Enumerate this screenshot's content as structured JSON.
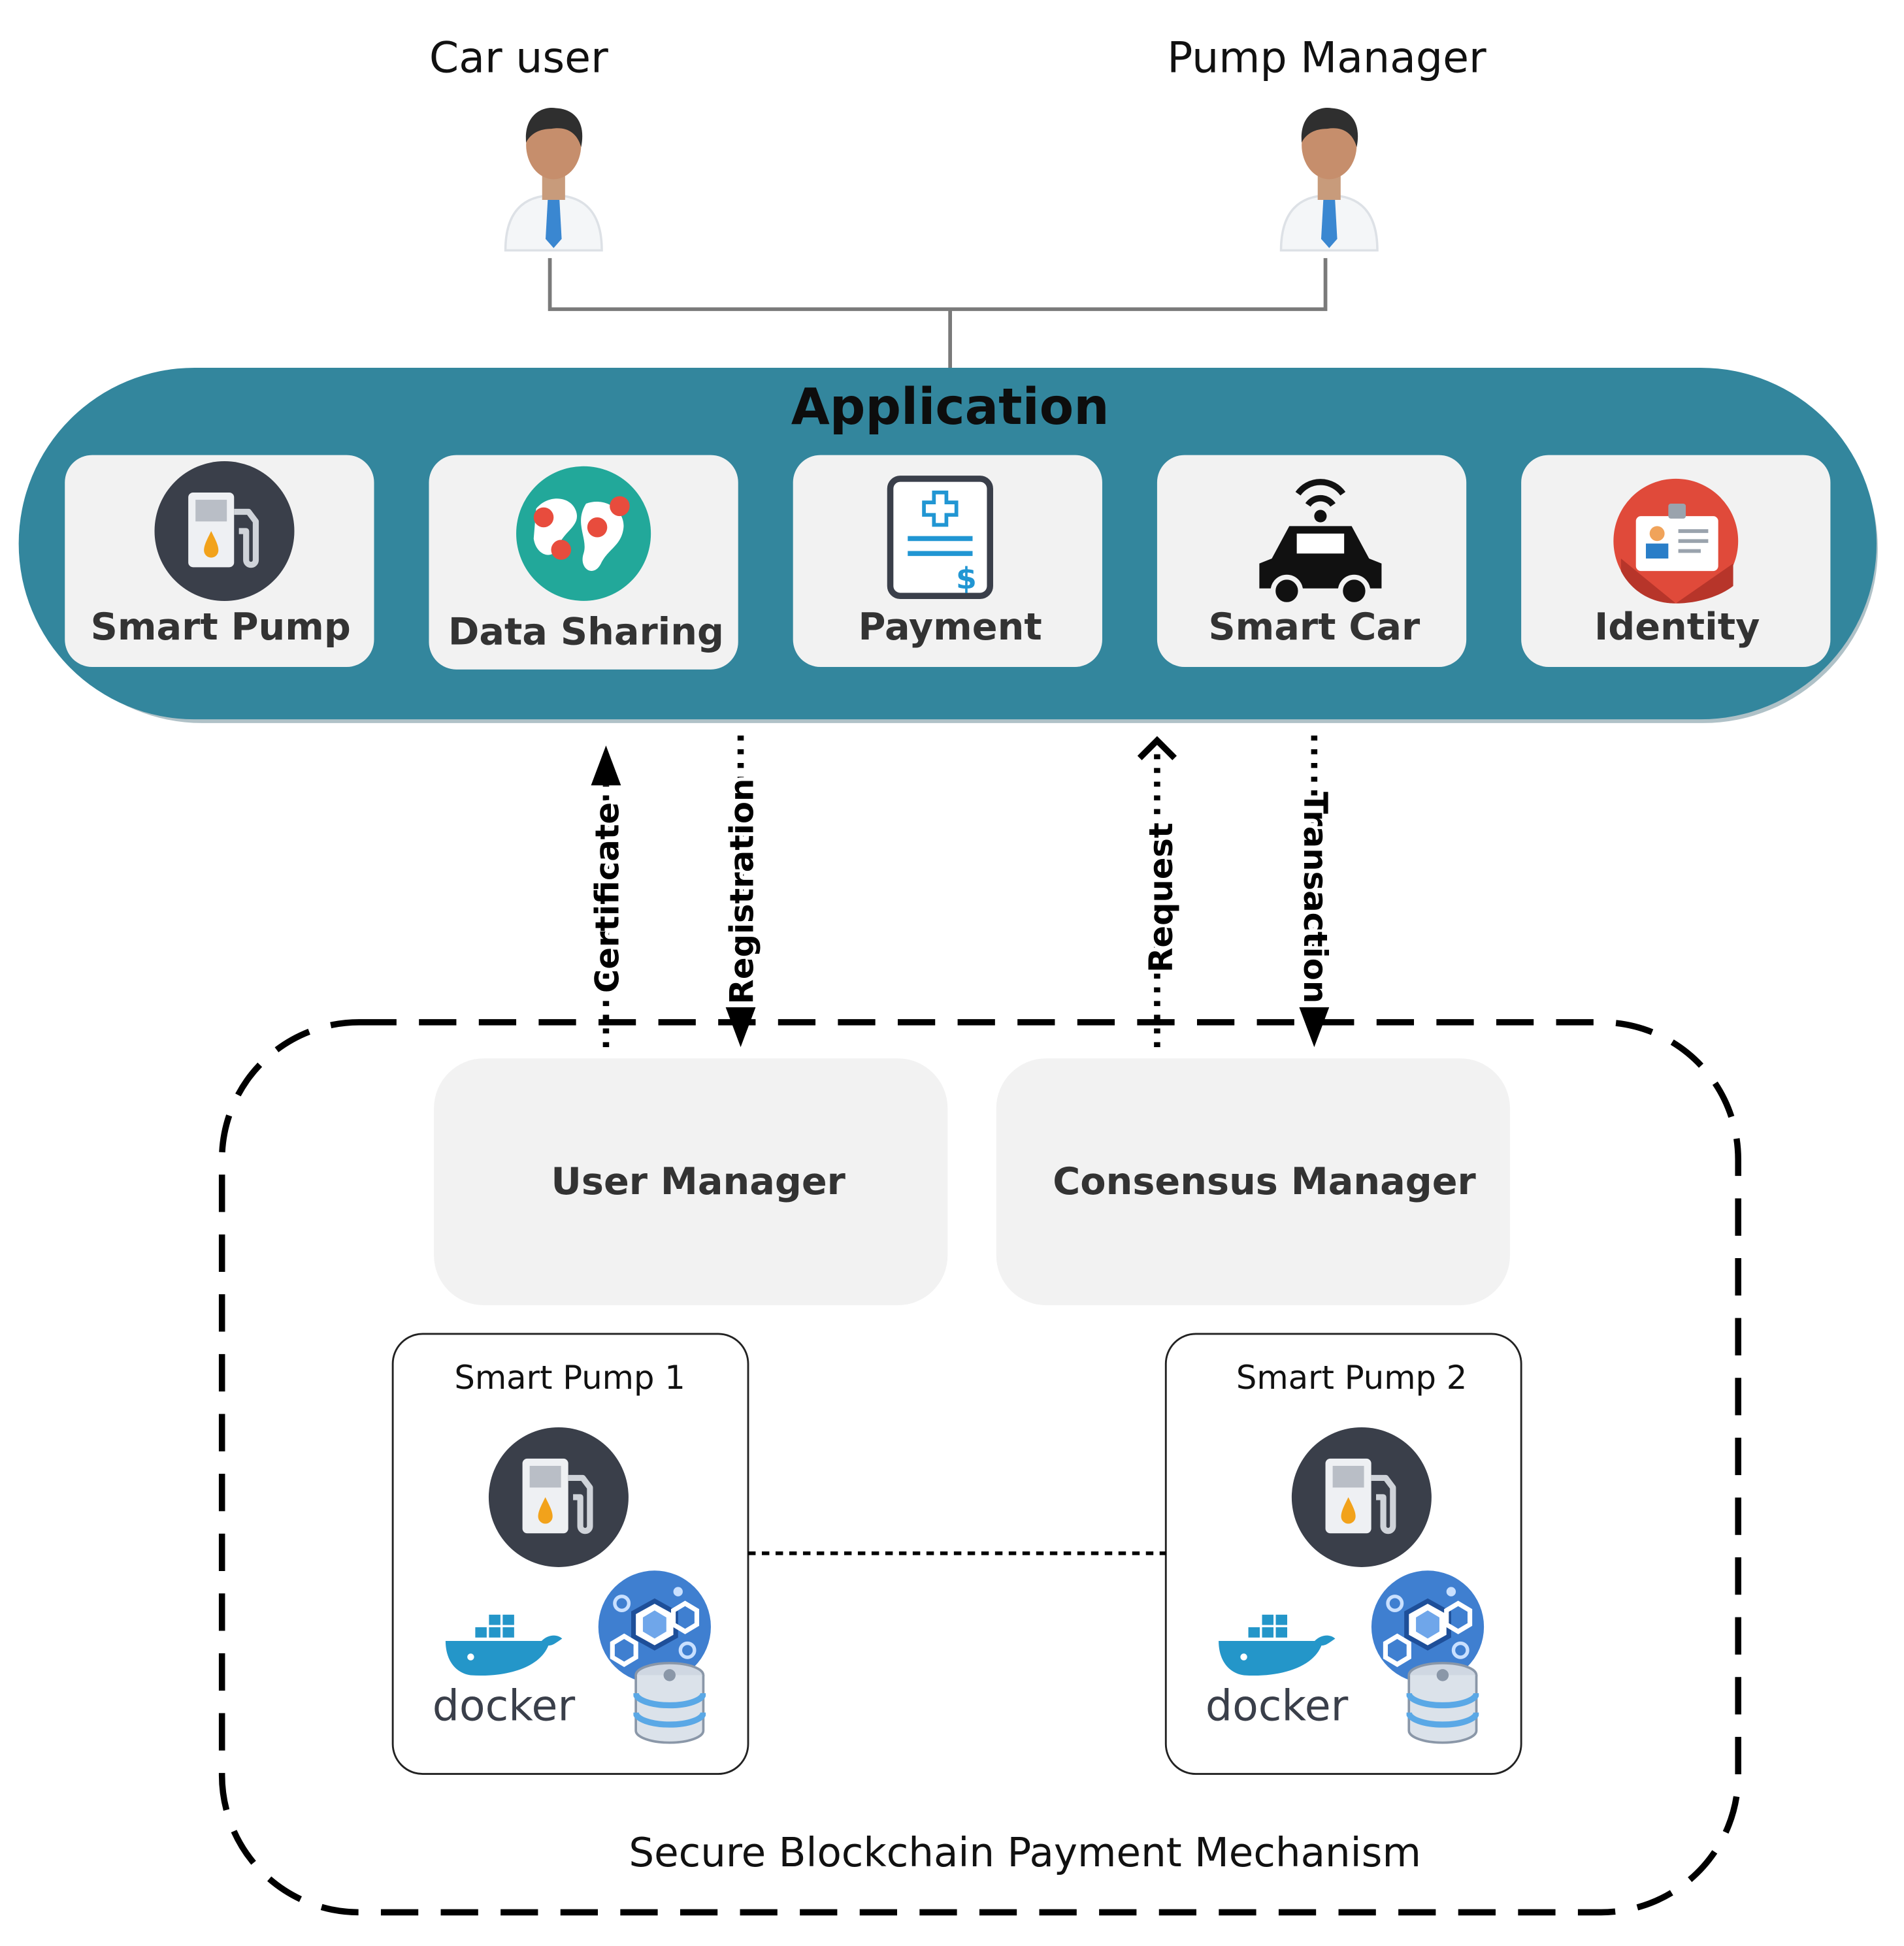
{
  "actors": {
    "car_user": {
      "label": "Car user",
      "icon": "user-avatar-icon"
    },
    "pump_manager": {
      "label": "Pump Manager",
      "icon": "user-avatar-icon"
    }
  },
  "application": {
    "title": "Application",
    "color": "#33869d",
    "modules": [
      {
        "label": "Smart Pump",
        "icon": "fuel-pump-icon"
      },
      {
        "label": "Data Sharing",
        "icon": "globe-icon"
      },
      {
        "label": "Payment",
        "icon": "invoice-icon"
      },
      {
        "label": "Smart Car",
        "icon": "connected-car-icon"
      },
      {
        "label": "Identity",
        "icon": "id-card-icon"
      }
    ]
  },
  "flows": {
    "certificate": "Certificate",
    "registration": "Registration",
    "request": "Request",
    "transaction": "Transaction"
  },
  "blockchain": {
    "title": "Secure Blockchain Payment Mechanism",
    "user_manager": "User Manager",
    "consensus_manager": "Consensus Manager",
    "nodes": [
      {
        "label": "Smart Pump 1",
        "docker_text": "docker",
        "icons": [
          "fuel-pump-icon",
          "docker-icon",
          "blockchain-icon",
          "database-icon"
        ]
      },
      {
        "label": "Smart Pump 2",
        "docker_text": "docker",
        "icons": [
          "fuel-pump-icon",
          "docker-icon",
          "blockchain-icon",
          "database-icon"
        ]
      }
    ]
  }
}
